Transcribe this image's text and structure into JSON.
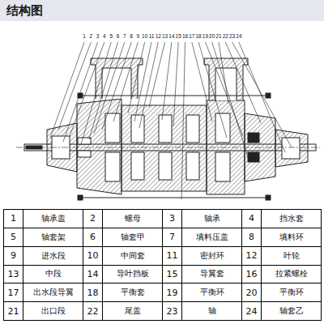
{
  "diagram": {
    "title": "结构图",
    "labels": [
      "1",
      "2",
      "3",
      "4",
      "5",
      "6",
      "7",
      "8",
      "9",
      "10",
      "11",
      "12",
      "13",
      "14",
      "15",
      "16",
      "17",
      "18",
      "19",
      "20",
      "21",
      "22",
      "23",
      "24",
      "1",
      "轴承盖",
      "2",
      "螺母",
      "3",
      "轴承",
      "4",
      "挡水套",
      "5",
      "轴套架",
      "6",
      "轴套甲",
      "7",
      "填料压盖",
      "8",
      "填料环",
      "9",
      "进水段",
      "10",
      "中间套",
      "11",
      "密封环",
      "12",
      "叶轮",
      "13",
      "中段",
      "14",
      "导叶挡板",
      "15",
      "导翼套",
      "16",
      "拉紧螺栓",
      "17",
      "出水段导翼",
      "18",
      "平衡套",
      "19",
      "平衡环",
      "20",
      "平衡环",
      "21",
      "出口段",
      "22",
      "尾盖",
      "23",
      "轴",
      "24",
      "轴套乙"
    ]
  }
}
